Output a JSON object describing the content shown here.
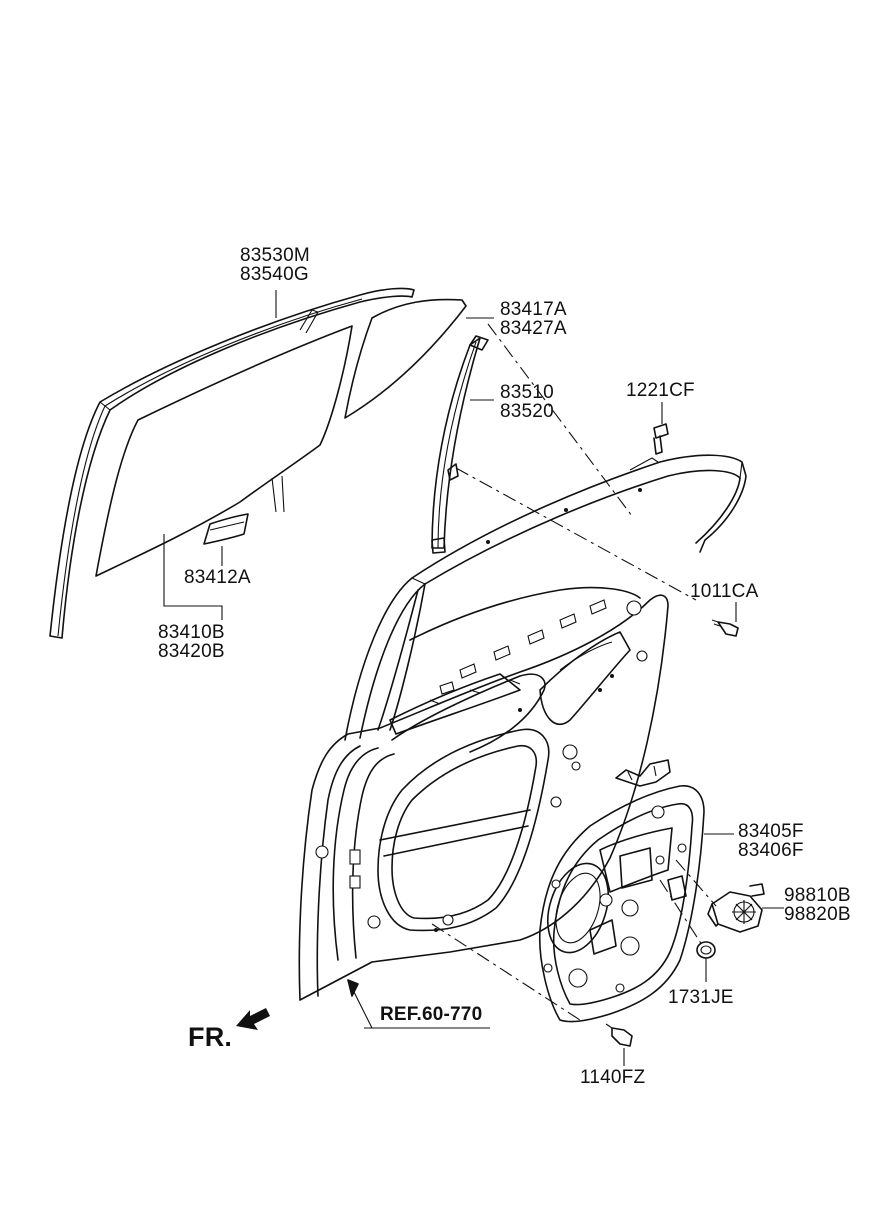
{
  "labels": {
    "run_channel_top": [
      "83530M",
      "83540G"
    ],
    "channel_front": [
      "83417A",
      "83427A"
    ],
    "channel_rear": [
      "83510",
      "83520"
    ],
    "bolt_top": "1221CF",
    "bolt_mid": "1011CA",
    "glass_clip": "83412A",
    "glass": [
      "83410B",
      "83420B"
    ],
    "module_panel": [
      "83405F",
      "83406F"
    ],
    "motor": [
      "98810B",
      "98820B"
    ],
    "grommet": "1731JE",
    "bolt_bottom": "1140FZ",
    "reference": "REF.60-770",
    "direction": "FR."
  }
}
